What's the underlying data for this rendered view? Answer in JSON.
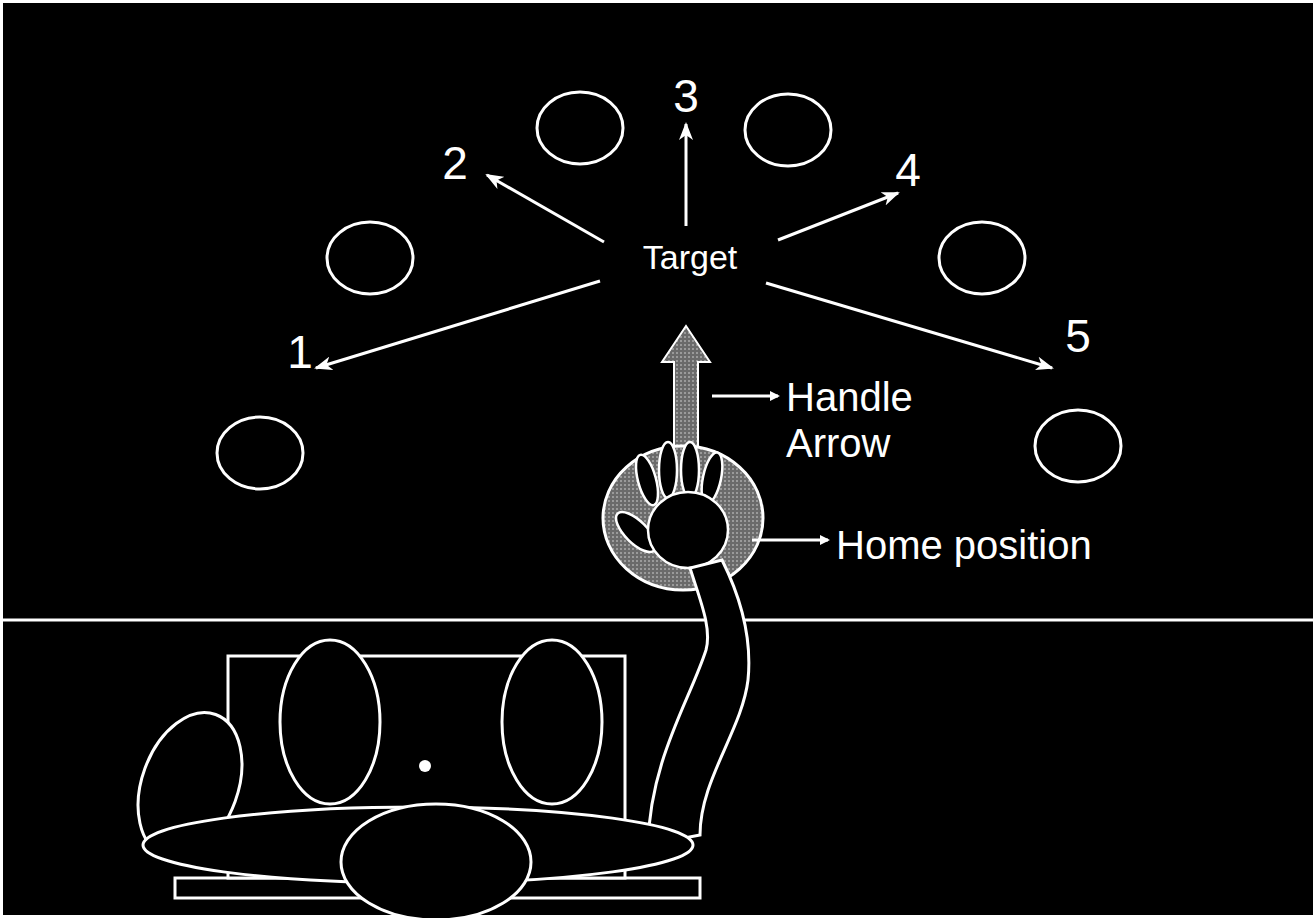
{
  "diagram": {
    "labels": [
      "3",
      "2",
      "4",
      "Target",
      "1",
      "5",
      "Handle Arrow",
      "Home position"
    ]
  }
}
